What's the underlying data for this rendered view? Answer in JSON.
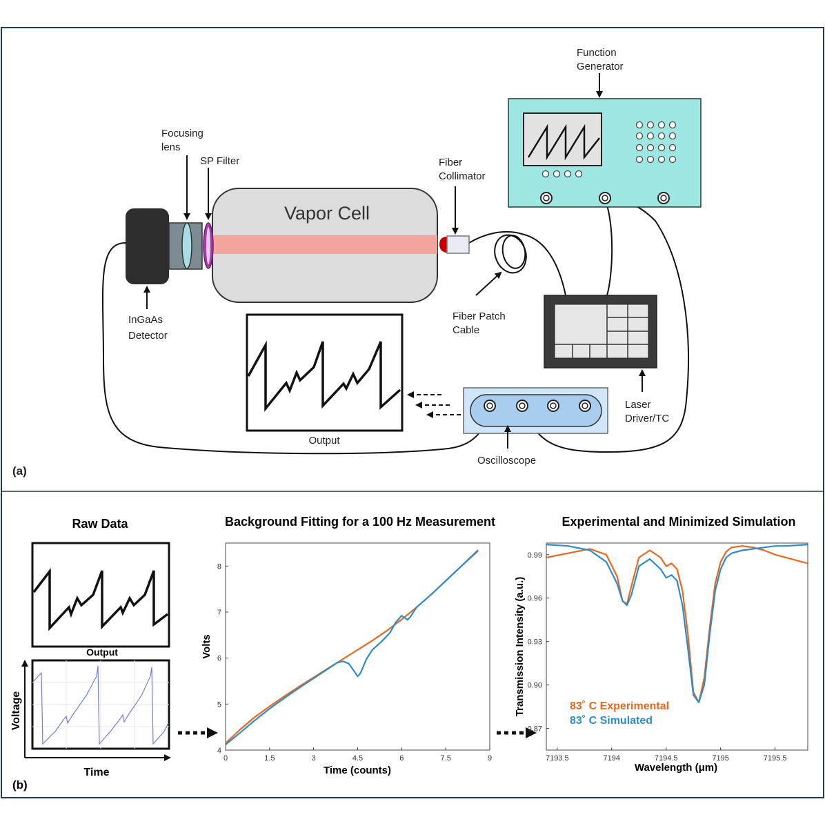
{
  "panel_a": {
    "panel_label": "(a)",
    "labels": {
      "function_generator": [
        "Function",
        "Generator"
      ],
      "focusing_lens": [
        "Focusing",
        "lens"
      ],
      "sp_filter": "SP Filter",
      "fiber_collimator": [
        "Fiber",
        "Collimator"
      ],
      "vapor_cell": "Vapor Cell",
      "detector": [
        "InGaAs",
        "Detector"
      ],
      "fiber_patch_cable": [
        "Fiber Patch",
        "Cable"
      ],
      "laser_driver": [
        "Laser",
        "Driver/TC"
      ],
      "oscilloscope": "Oscilloscope",
      "output": "Output"
    }
  },
  "panel_b": {
    "panel_label": "(b)",
    "raw_data": {
      "title": "Raw Data",
      "output_label": "Output",
      "ylabel": "Voltage",
      "xlabel": "Time"
    }
  },
  "chart_data": [
    {
      "type": "line",
      "title": "Background Fitting for a 100 Hz Measurement",
      "xlabel": "Time (counts)",
      "ylabel": "Volts",
      "xlim": [
        0,
        9
      ],
      "ylim": [
        4,
        8.5
      ],
      "xticks": [
        "0",
        "1.5",
        "3",
        "4.5",
        "6",
        "7.5",
        "9"
      ],
      "yticks": [
        "4",
        "5",
        "6",
        "7",
        "8"
      ],
      "series": [
        {
          "color": "#e8681d",
          "x": [
            0,
            0.5,
            1,
            1.5,
            2,
            2.5,
            3,
            3.5,
            4,
            4.5,
            5,
            5.5,
            6,
            6.5,
            7,
            7.5,
            8,
            8.6
          ],
          "y": [
            4.15,
            4.45,
            4.72,
            4.95,
            5.17,
            5.38,
            5.58,
            5.78,
            5.98,
            6.18,
            6.38,
            6.6,
            6.84,
            7.1,
            7.38,
            7.68,
            7.98,
            8.35
          ]
        },
        {
          "color": "#2a8ccf",
          "x": [
            0,
            0.5,
            1,
            1.5,
            2,
            2.5,
            3,
            3.5,
            3.8,
            4.0,
            4.2,
            4.4,
            4.5,
            4.6,
            4.8,
            5.0,
            5.3,
            5.6,
            5.8,
            6.0,
            6.1,
            6.2,
            6.3,
            6.5,
            7,
            7.5,
            8,
            8.6
          ],
          "y": [
            4.12,
            4.38,
            4.65,
            4.9,
            5.13,
            5.35,
            5.56,
            5.77,
            5.9,
            5.93,
            5.88,
            5.7,
            5.6,
            5.68,
            5.98,
            6.18,
            6.35,
            6.55,
            6.78,
            6.92,
            6.88,
            6.83,
            6.9,
            7.1,
            7.38,
            7.68,
            7.98,
            8.33
          ]
        }
      ]
    },
    {
      "type": "line",
      "title": "Experimental and Minimized Simulation",
      "xlabel": "Wavelength (μm)",
      "ylabel": "Transmission Intensity (a.u.)",
      "xlim": [
        7193.4,
        7195.8
      ],
      "ylim": [
        0.855,
        0.998
      ],
      "xticks": [
        "7193.5",
        "7194",
        "7194.5",
        "7195",
        "7195.5"
      ],
      "xtick_values": [
        7193.5,
        7194,
        7194.5,
        7195,
        7195.5
      ],
      "yticks": [
        "0.99",
        "0.96",
        "0.93",
        "0.90",
        "0.87"
      ],
      "ytick_values": [
        0.99,
        0.96,
        0.93,
        0.9,
        0.87
      ],
      "series": [
        {
          "name": "83˚ C Experimental",
          "color": "#e8681d",
          "x": [
            7193.4,
            7193.6,
            7193.8,
            7193.95,
            7194.05,
            7194.1,
            7194.14,
            7194.18,
            7194.25,
            7194.35,
            7194.45,
            7194.5,
            7194.55,
            7194.6,
            7194.65,
            7194.7,
            7194.75,
            7194.8,
            7194.85,
            7194.9,
            7194.95,
            7195.0,
            7195.05,
            7195.1,
            7195.2,
            7195.3,
            7195.4,
            7195.5,
            7195.6,
            7195.8
          ],
          "y": [
            0.988,
            0.991,
            0.994,
            0.99,
            0.975,
            0.958,
            0.956,
            0.968,
            0.988,
            0.993,
            0.988,
            0.982,
            0.984,
            0.98,
            0.965,
            0.935,
            0.895,
            0.888,
            0.905,
            0.94,
            0.97,
            0.985,
            0.992,
            0.995,
            0.996,
            0.995,
            0.993,
            0.99,
            0.988,
            0.984
          ]
        },
        {
          "name": "83˚ C Simulated",
          "color": "#2a8ccf",
          "x": [
            7193.4,
            7193.6,
            7193.8,
            7193.95,
            7194.05,
            7194.1,
            7194.14,
            7194.18,
            7194.25,
            7194.35,
            7194.45,
            7194.5,
            7194.55,
            7194.6,
            7194.65,
            7194.7,
            7194.75,
            7194.8,
            7194.85,
            7194.9,
            7194.95,
            7195.0,
            7195.05,
            7195.1,
            7195.2,
            7195.3,
            7195.4,
            7195.5,
            7195.6,
            7195.8
          ],
          "y": [
            0.997,
            0.996,
            0.993,
            0.985,
            0.97,
            0.958,
            0.955,
            0.962,
            0.982,
            0.987,
            0.98,
            0.974,
            0.976,
            0.972,
            0.955,
            0.925,
            0.893,
            0.888,
            0.9,
            0.935,
            0.965,
            0.98,
            0.988,
            0.991,
            0.993,
            0.994,
            0.995,
            0.996,
            0.996,
            0.997
          ]
        }
      ]
    }
  ]
}
